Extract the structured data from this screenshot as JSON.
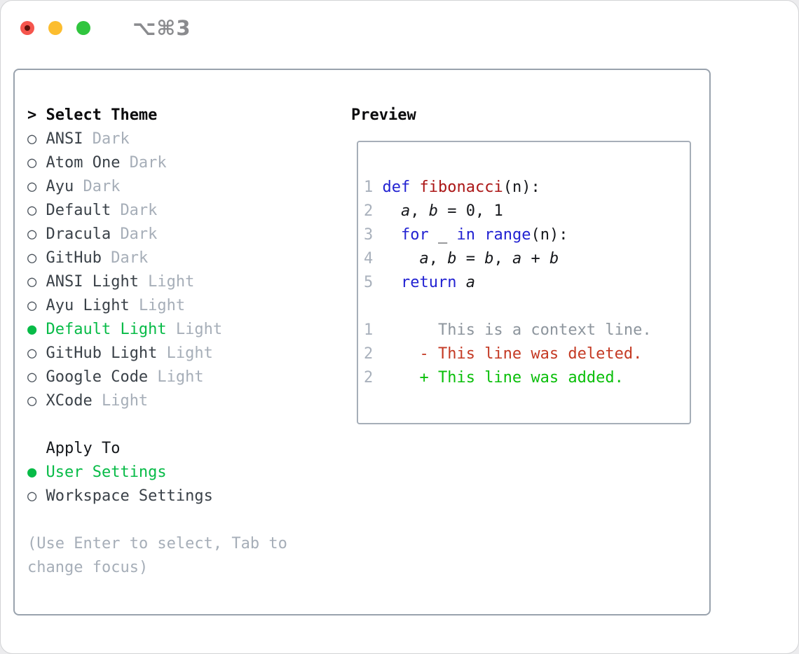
{
  "window": {
    "title": "⌥⌘3"
  },
  "theme_picker": {
    "header_prefix": ">",
    "header": "Select Theme",
    "radio_selected_glyph": "●",
    "radio_unselected_glyph": "○",
    "items": [
      {
        "label": "ANSI",
        "variant": "Dark",
        "selected": false
      },
      {
        "label": "Atom One",
        "variant": "Dark",
        "selected": false
      },
      {
        "label": "Ayu",
        "variant": "Dark",
        "selected": false
      },
      {
        "label": "Default",
        "variant": "Dark",
        "selected": false
      },
      {
        "label": "Dracula",
        "variant": "Dark",
        "selected": false
      },
      {
        "label": "GitHub",
        "variant": "Dark",
        "selected": false
      },
      {
        "label": "ANSI Light",
        "variant": "Light",
        "selected": false
      },
      {
        "label": "Ayu Light",
        "variant": "Light",
        "selected": false
      },
      {
        "label": "Default Light",
        "variant": "Light",
        "selected": true
      },
      {
        "label": "GitHub Light",
        "variant": "Light",
        "selected": false
      },
      {
        "label": "Google Code",
        "variant": "Light",
        "selected": false
      },
      {
        "label": "XCode",
        "variant": "Light",
        "selected": false
      }
    ],
    "apply_to": {
      "header": "Apply To",
      "options": [
        {
          "label": "User Settings",
          "selected": true
        },
        {
          "label": "Workspace Settings",
          "selected": false
        }
      ]
    },
    "hint_lines": [
      "(Use Enter to select, Tab to",
      "change focus)"
    ]
  },
  "preview": {
    "header": "Preview",
    "lines": [
      {
        "segments": [
          [
            "ln",
            "1 "
          ],
          [
            "kw",
            "def"
          ],
          [
            "pl",
            " "
          ],
          [
            "fn",
            "fibonacci"
          ],
          [
            "pl",
            "(n):"
          ]
        ]
      },
      {
        "segments": [
          [
            "ln",
            "2 "
          ],
          [
            "pl",
            "  "
          ],
          [
            "v",
            "a"
          ],
          [
            "pl",
            ", "
          ],
          [
            "v",
            "b"
          ],
          [
            "pl",
            " = 0, 1"
          ]
        ]
      },
      {
        "segments": [
          [
            "ln",
            "3 "
          ],
          [
            "pl",
            "  "
          ],
          [
            "kw",
            "for"
          ],
          [
            "pl",
            " _ "
          ],
          [
            "kw",
            "in"
          ],
          [
            "pl",
            " "
          ],
          [
            "kw",
            "range"
          ],
          [
            "pl",
            "(n):"
          ]
        ]
      },
      {
        "segments": [
          [
            "ln",
            "4 "
          ],
          [
            "pl",
            "    "
          ],
          [
            "v",
            "a"
          ],
          [
            "pl",
            ", "
          ],
          [
            "v",
            "b"
          ],
          [
            "pl",
            " = "
          ],
          [
            "v",
            "b"
          ],
          [
            "pl",
            ", "
          ],
          [
            "v",
            "a"
          ],
          [
            "pl",
            " + "
          ],
          [
            "v",
            "b"
          ]
        ]
      },
      {
        "segments": [
          [
            "ln",
            "5 "
          ],
          [
            "pl",
            "  "
          ],
          [
            "kw",
            "return"
          ],
          [
            "pl",
            " "
          ],
          [
            "v",
            "a"
          ]
        ]
      },
      {
        "segments": []
      },
      {
        "segments": [
          [
            "ln",
            "1"
          ],
          [
            "ctx",
            "       This is a context line."
          ]
        ]
      },
      {
        "segments": [
          [
            "ln",
            "2"
          ],
          [
            "del",
            "     - This line was deleted."
          ]
        ]
      },
      {
        "segments": [
          [
            "ln",
            "2"
          ],
          [
            "add",
            "     + This line was added."
          ]
        ]
      }
    ]
  },
  "colors": {
    "accent_green": "#07bb47",
    "added_green": "#0abf0a",
    "deleted_red": "#c43a24",
    "keyword_blue": "#2222d2",
    "function_red": "#ab1616",
    "text_dark": "#3a4148",
    "muted_gray": "#a6aeb8",
    "line_number_gray": "#a9b1bc",
    "context_gray": "#8d959d",
    "border_gray": "#99a2ad"
  }
}
